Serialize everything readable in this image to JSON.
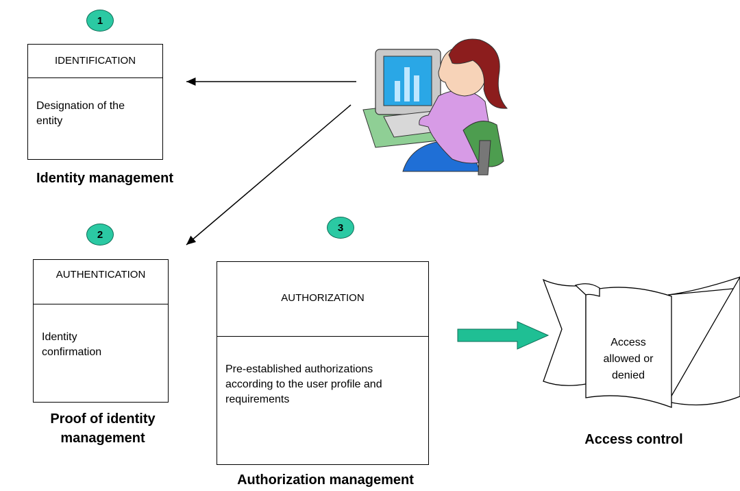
{
  "badges": {
    "step1": "1",
    "step2": "2",
    "step3": "3"
  },
  "identification": {
    "title": "IDENTIFICATION",
    "body": "Designation of the entity"
  },
  "authentication": {
    "title": "AUTHENTICATION",
    "body": "Identity confirmation"
  },
  "authorization": {
    "title": "AUTHORIZATION",
    "body": "Pre-established authorizations according to the user profile and requirements"
  },
  "access_control": {
    "text": "Access allowed or denied"
  },
  "captions": {
    "identity_management": "Identity management",
    "proof_line1": "Proof of identity",
    "proof_line2": "management",
    "authorization_management": "Authorization management",
    "access_control": "Access control"
  },
  "colors": {
    "badge_fill": "#2bc9a3",
    "arrow_fill": "#1fbf94",
    "user_shirt": "#d79be6"
  },
  "icons": {
    "user": "user-at-computer-icon"
  }
}
